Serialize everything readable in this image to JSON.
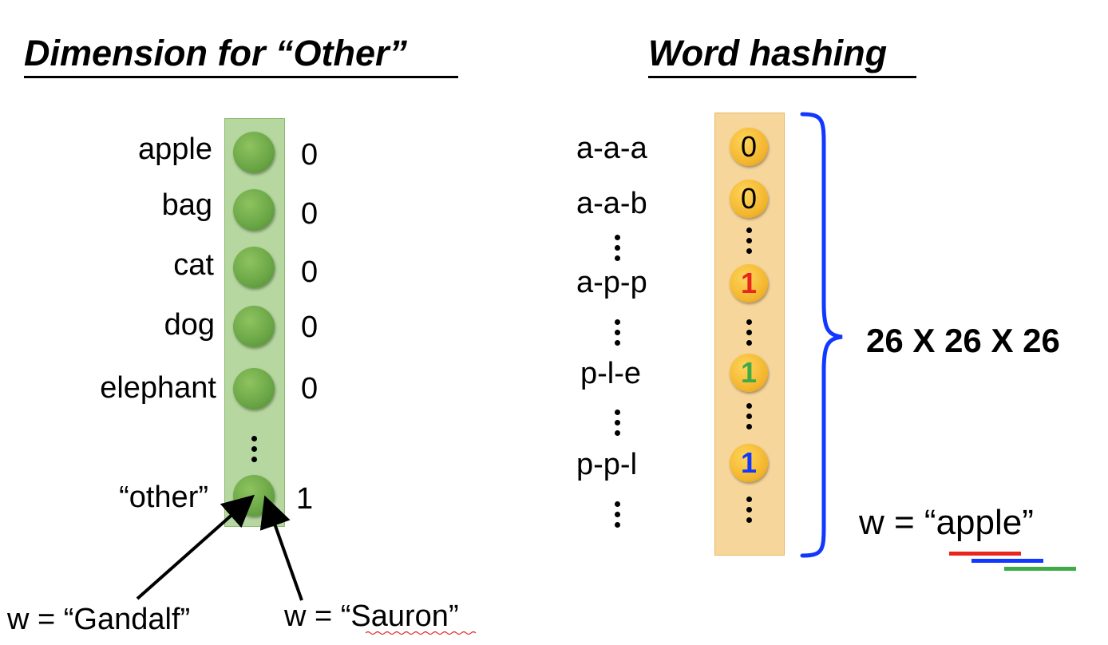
{
  "left": {
    "title": "Dimension for “Other”",
    "words": [
      "apple",
      "bag",
      "cat",
      "dog",
      "elephant",
      "“other”"
    ],
    "values": [
      "0",
      "0",
      "0",
      "0",
      "0",
      "1"
    ],
    "examples": [
      "w = “Gandalf”",
      "w = “Sauron”"
    ]
  },
  "right": {
    "title": "Word hashing",
    "trigrams": [
      "a-a-a",
      "a-a-b",
      "a-p-p",
      "p-l-e",
      "p-p-l"
    ],
    "values": [
      "0",
      "0",
      "1",
      "1",
      "1"
    ],
    "dimension_label": "26 X 26 X 26",
    "example": "w = “apple”"
  },
  "colors": {
    "green_column": "#b6d7a0",
    "orange_column": "#f7d69b",
    "brace": "#1238ff",
    "trigram_app": "#e8261e",
    "trigram_ple": "#3eaa48",
    "trigram_ppl": "#1238ff"
  }
}
